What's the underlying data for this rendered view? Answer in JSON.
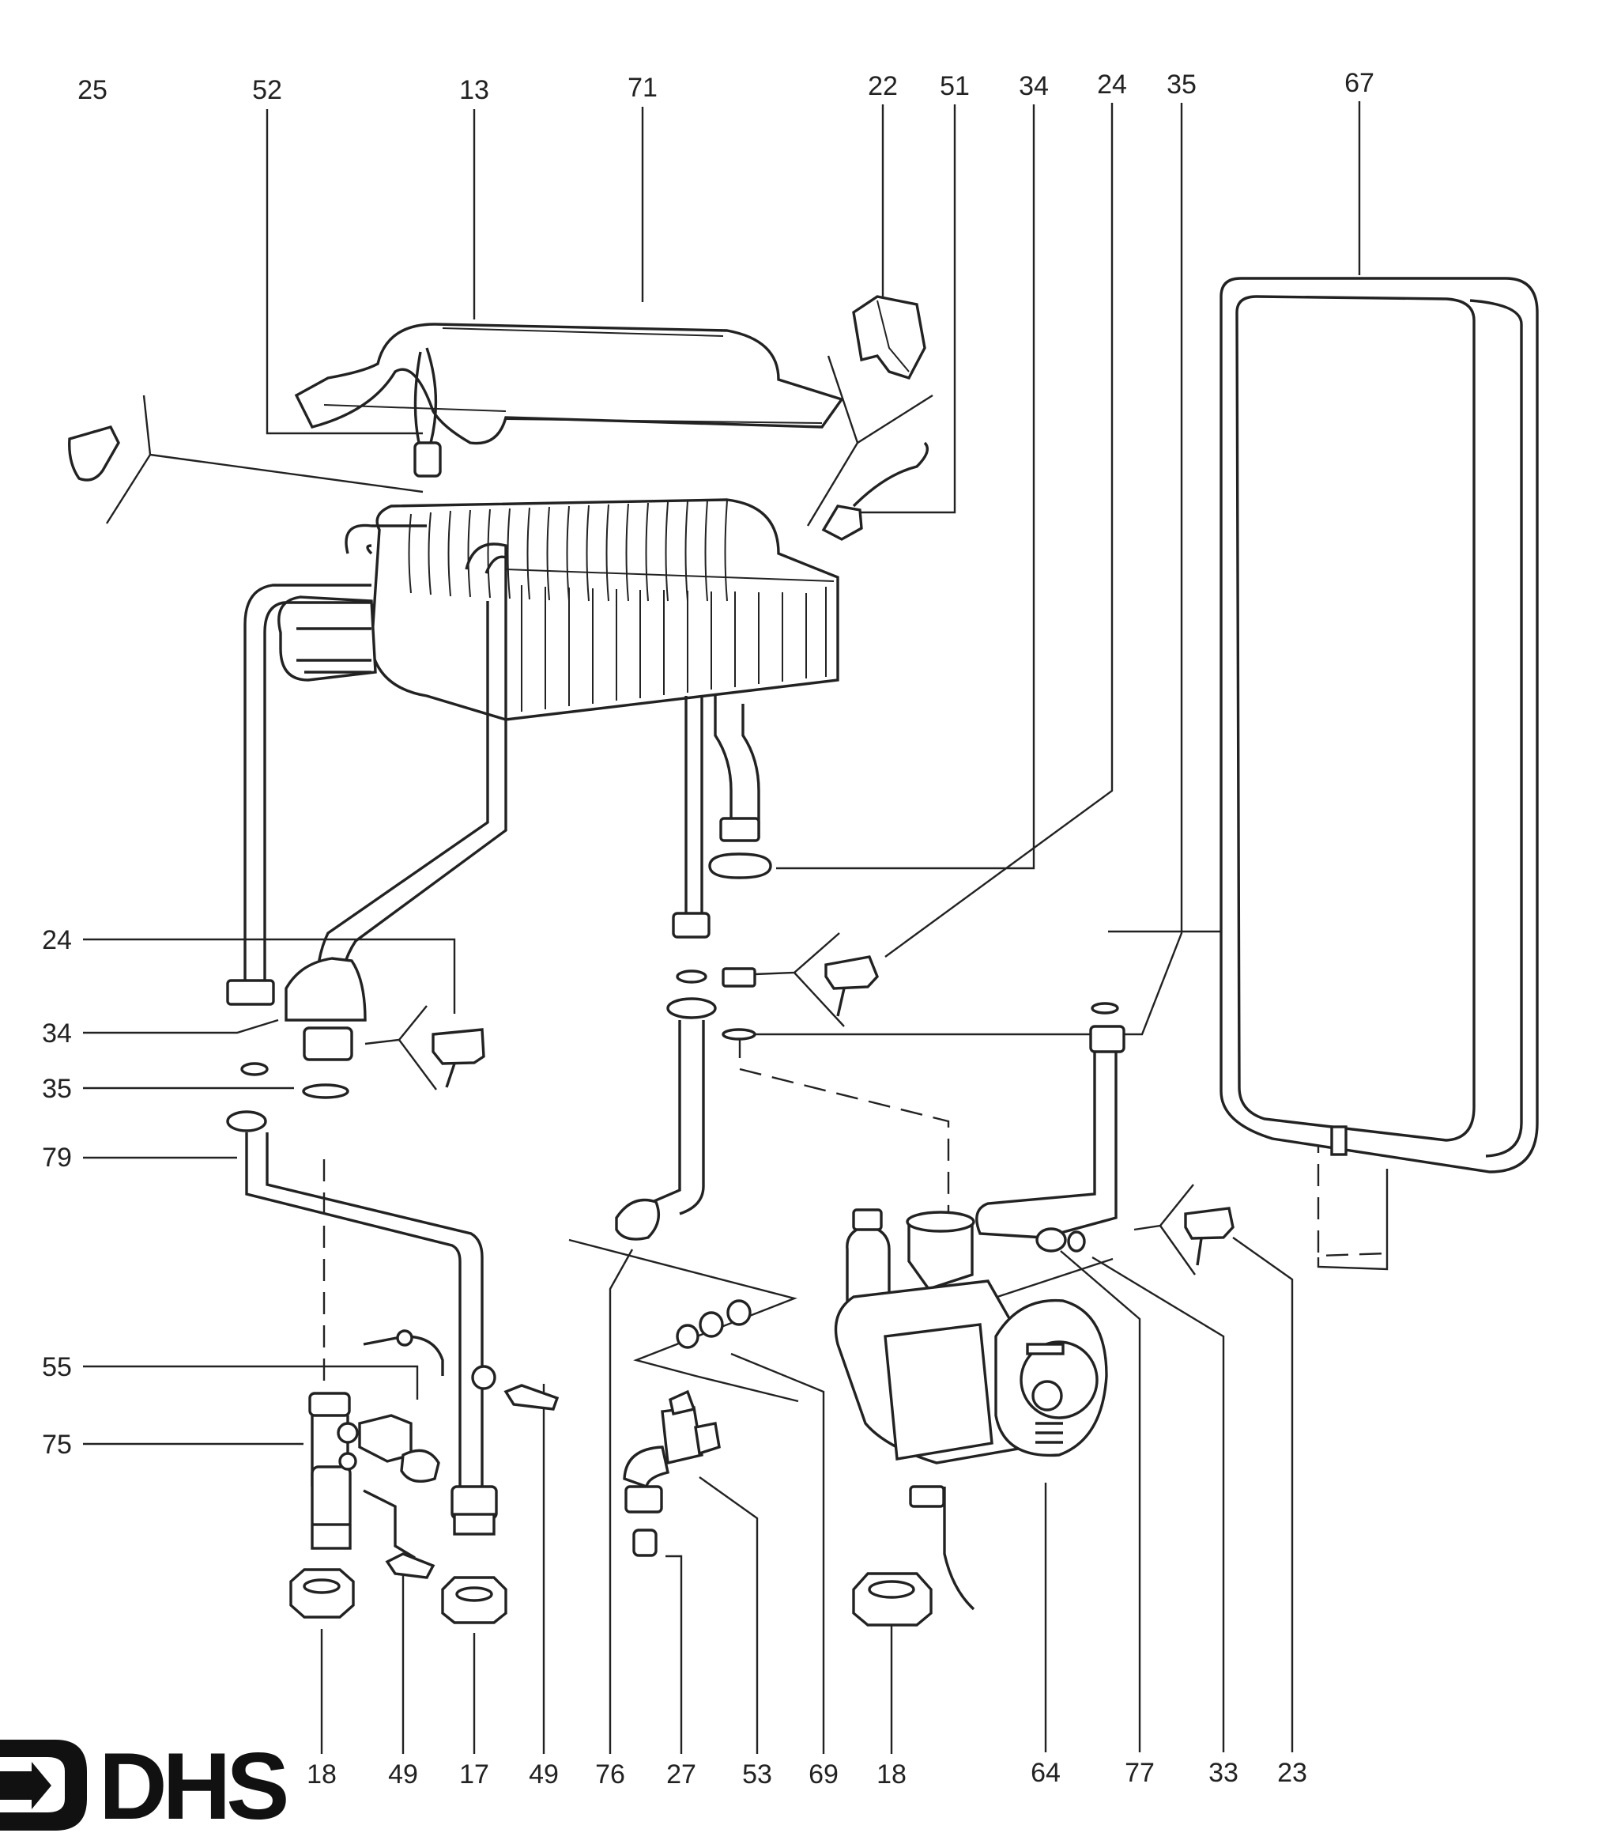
{
  "callouts": {
    "top": [
      "25",
      "52",
      "13",
      "71",
      "22",
      "51",
      "34",
      "24",
      "35",
      "67"
    ],
    "left": [
      "24",
      "34",
      "35",
      "79",
      "55",
      "75"
    ],
    "bottom": [
      "18",
      "49",
      "17",
      "49",
      "76",
      "27",
      "53",
      "69",
      "18",
      "64",
      "77",
      "33",
      "23"
    ]
  },
  "logo": {
    "text": "DHS",
    "mark": "arrow-bracket-logo"
  }
}
